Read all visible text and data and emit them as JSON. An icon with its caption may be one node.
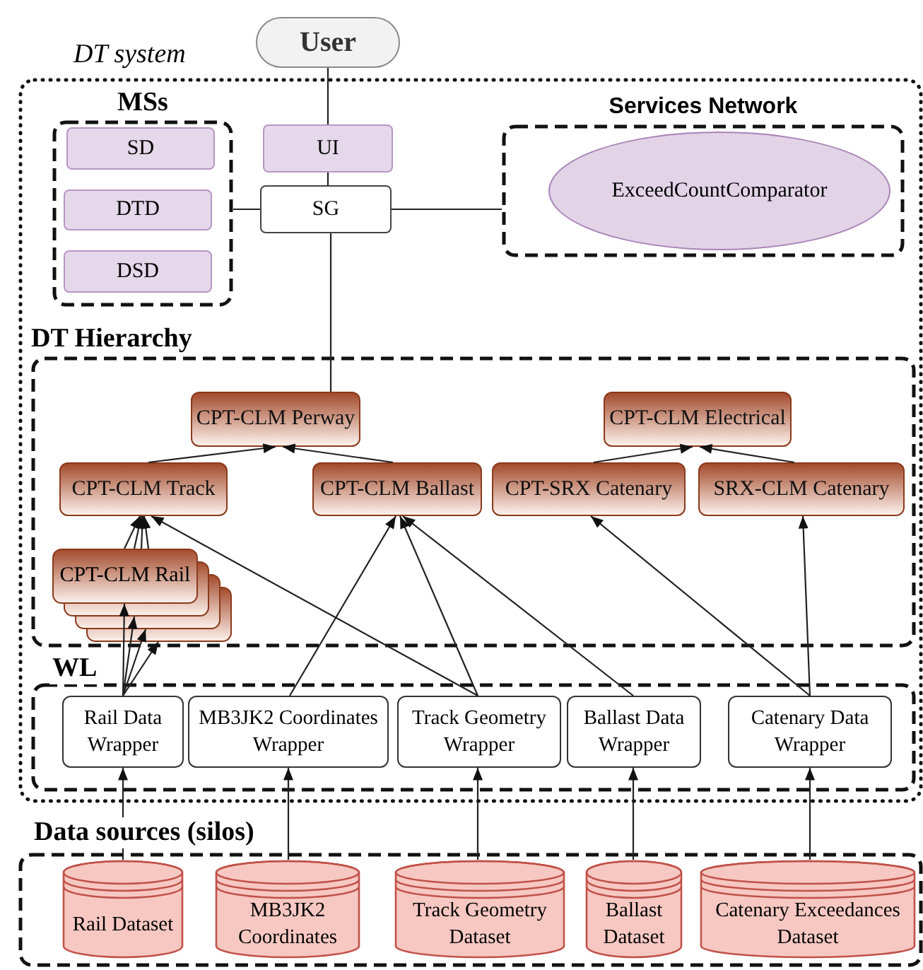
{
  "diagram": {
    "nodes": [
      {
        "text": [
          "User"
        ]
      },
      {
        "text": [
          "DT system"
        ]
      },
      {
        "text": [
          "MSs"
        ],
        "in": 1
      },
      {
        "text": [
          "SD"
        ],
        "in": 2
      },
      {
        "text": [
          "DTD"
        ],
        "in": 2
      },
      {
        "text": [
          "DSD"
        ],
        "in": 2
      },
      {
        "text": [
          "UI"
        ],
        "in": 1
      },
      {
        "text": [
          "SG"
        ],
        "in": 1
      },
      {
        "text": [
          "Services Network"
        ],
        "in": 1
      },
      {
        "text": [
          "ExceedCountComparator"
        ],
        "in": 8
      },
      {
        "text": [
          "DT Hierarchy"
        ],
        "in": 1
      },
      {
        "text": [
          "CPT-CLM Perway"
        ],
        "in": 10
      },
      {
        "text": [
          "CPT-CLM Electrical"
        ],
        "in": 10
      },
      {
        "text": [
          "CPT-CLM Track"
        ],
        "in": 10
      },
      {
        "text": [
          "CPT-CLM Ballast"
        ],
        "in": 10
      },
      {
        "text": [
          "CPT-SRX Catenary"
        ],
        "in": 10
      },
      {
        "text": [
          "SRX-CLM Catenary"
        ],
        "in": 10
      },
      {
        "text": [
          "CPT-CLM Rail"
        ],
        "in": 10
      },
      {
        "text": [
          "WL"
        ],
        "in": 1
      },
      {
        "text": [
          "Rail Data Wrapper"
        ],
        "in": 18
      },
      {
        "text": [
          "MB3JK2 Coordinates Wrapper"
        ],
        "in": 18
      },
      {
        "text": [
          "Track Geometry Wrapper"
        ],
        "in": 18
      },
      {
        "text": [
          "Ballast Data Wrapper"
        ],
        "in": 18
      },
      {
        "text": [
          "Catenary Data Wrapper"
        ],
        "in": 18
      },
      {
        "text": [
          "Data sources (silos)"
        ]
      },
      {
        "text": [
          "Rail Dataset"
        ],
        "in": 24
      },
      {
        "text": [
          "MB3JK2 Coordinates"
        ],
        "in": 24
      },
      {
        "text": [
          "Track Geometry Dataset"
        ],
        "in": 24
      },
      {
        "text": [
          "Ballast Dataset"
        ],
        "in": 24
      },
      {
        "text": [
          "Catenary Exceedances Dataset"
        ],
        "in": 24
      }
    ],
    "edges": [
      {
        "from": 0,
        "to": 6,
        "arrow": "none"
      },
      {
        "from": 6,
        "to": 7,
        "arrow": "none"
      },
      {
        "from": 7,
        "to": 2,
        "arrow": "none"
      },
      {
        "from": 7,
        "to": 8,
        "arrow": "none"
      },
      {
        "from": 7,
        "to": 11,
        "arrow": "none"
      },
      {
        "from": 13,
        "to": 11,
        "arrow": "to"
      },
      {
        "from": 14,
        "to": 11,
        "arrow": "to"
      },
      {
        "from": 15,
        "to": 12,
        "arrow": "to"
      },
      {
        "from": 16,
        "to": 12,
        "arrow": "to"
      },
      {
        "from": 17,
        "to": 13,
        "arrow": "to"
      },
      {
        "from": 17,
        "to": 13,
        "arrow": "to"
      },
      {
        "from": 17,
        "to": 13,
        "arrow": "to"
      },
      {
        "from": 17,
        "to": 13,
        "arrow": "to"
      },
      {
        "from": 21,
        "to": 13,
        "arrow": "to"
      },
      {
        "from": 20,
        "to": 14,
        "arrow": "to"
      },
      {
        "from": 21,
        "to": 14,
        "arrow": "to"
      },
      {
        "from": 22,
        "to": 14,
        "arrow": "to"
      },
      {
        "from": 23,
        "to": 15,
        "arrow": "to"
      },
      {
        "from": 23,
        "to": 16,
        "arrow": "to"
      },
      {
        "from": 19,
        "to": 17,
        "arrow": "to"
      },
      {
        "from": 19,
        "to": 17,
        "arrow": "to"
      },
      {
        "from": 19,
        "to": 17,
        "arrow": "to"
      },
      {
        "from": 19,
        "to": 17,
        "arrow": "to"
      },
      {
        "from": 25,
        "to": 19,
        "arrow": "to"
      },
      {
        "from": 26,
        "to": 20,
        "arrow": "to"
      },
      {
        "from": 27,
        "to": 21,
        "arrow": "to"
      },
      {
        "from": 28,
        "to": 22,
        "arrow": "to"
      },
      {
        "from": 29,
        "to": 23,
        "arrow": "to"
      }
    ]
  }
}
